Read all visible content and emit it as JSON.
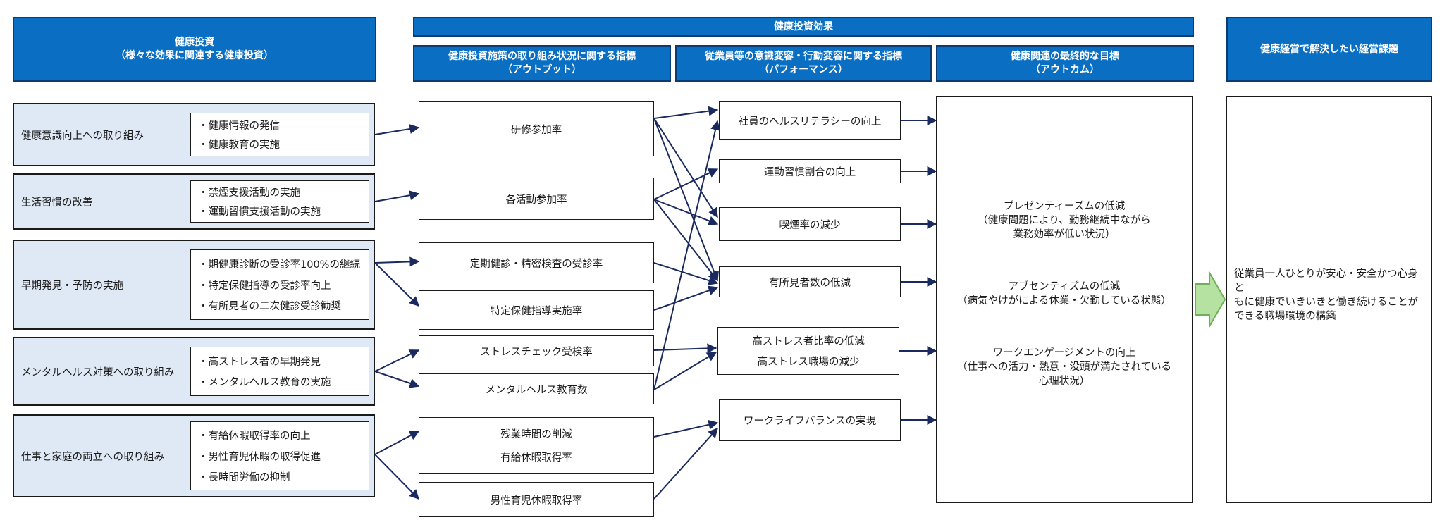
{
  "headers": {
    "investment": "健康投資\n（様々な効果に関連する健康投資）",
    "effects": "健康投資効果",
    "output": "健康投資施策の取り組み状況に関する指標\n（アウトプット）",
    "performance": "従業員等の意識変容・行動変容に関する指標\n（パフォーマンス）",
    "outcome": "健康関連の最終的な目標\n（アウトカム）",
    "issues": "健康経営で解決したい経営課題"
  },
  "categories": [
    {
      "label": "健康意識向上への取り組み",
      "items": [
        "・健康情報の発信",
        "・健康教育の実施"
      ]
    },
    {
      "label": "生活習慣の改善",
      "items": [
        "・禁煙支援活動の実施",
        "・運動習慣支援活動の実施"
      ]
    },
    {
      "label": "早期発見・予防の実施",
      "items": [
        "・期健康診断の受診率100%の継続",
        "・特定保健指導の受診率向上",
        "・有所見者の二次健診受診勧奨"
      ]
    },
    {
      "label": "メンタルヘルス対策への取り組み",
      "items": [
        "・高ストレス者の早期発見",
        "・メンタルヘルス教育の実施"
      ]
    },
    {
      "label": "仕事と家庭の両立への取り組み",
      "items": [
        "・有給休暇取得率の向上",
        "・男性育児休暇の取得促進",
        "・長時間労働の抑制"
      ]
    }
  ],
  "outputs": [
    [
      "研修参加率"
    ],
    [
      "各活動参加率"
    ],
    [
      "定期健診・精密検査の受診率"
    ],
    [
      "特定保健指導実施率"
    ],
    [
      "ストレスチェック受検率"
    ],
    [
      "メンタルヘルス教育数"
    ],
    [
      "残業時間の削減",
      "有給休暇取得率"
    ],
    [
      "男性育児休暇取得率"
    ]
  ],
  "performance": [
    [
      "社員のヘルスリテラシーの向上"
    ],
    [
      "運動習慣割合の向上"
    ],
    [
      "喫煙率の減少"
    ],
    [
      "有所見者数の低減"
    ],
    [
      "高ストレス者比率の低減",
      "高ストレス職場の減少"
    ],
    [
      "ワークライフバランスの実現"
    ]
  ],
  "outcomes": [
    "プレゼンティーズムの低減\n（健康問題により、勤務継続中ながら\n業務効率が低い状況）",
    "アブセンティズムの低減\n（病気やけがによる休業・欠勤している状態）",
    "ワークエンゲージメントの向上\n（仕事への活力・熱意・没頭が満たされている\n心理状況）"
  ],
  "issue": "従業員一人ひとりが安心・安全かつ心身と\nもに健康でいきいきと働き続けることが\nできる職場環境の構築",
  "colors": {
    "header_bg": "#0a6fc2",
    "header_border": "#0b3b73",
    "category_bg": "#dfe9f6",
    "arrow": "#1a2a5e",
    "big_arrow_fill": "#b6e2a1",
    "big_arrow_stroke": "#6cb15a"
  }
}
